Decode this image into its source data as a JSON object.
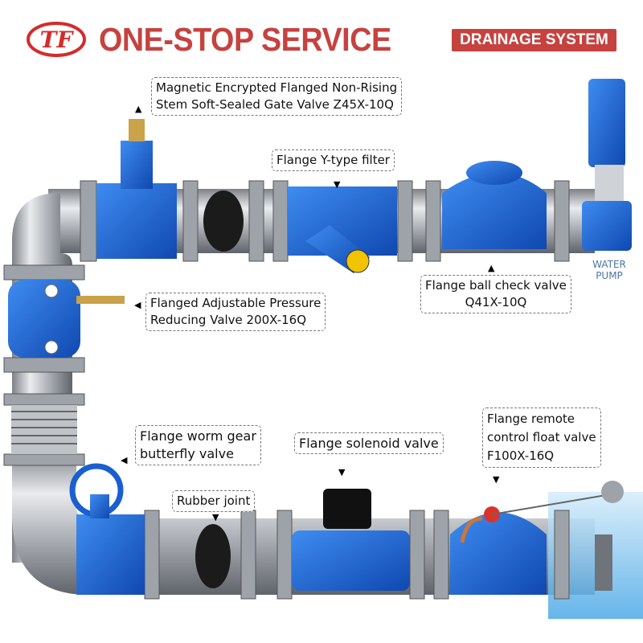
{
  "header": {
    "logo_text": "TF",
    "title": "ONE-STOP SERVICE",
    "badge": "DRAINAGE SYSTEM"
  },
  "colors": {
    "brand": "#c6423f",
    "valve_blue": "#1a5fd0",
    "pipe_silver": "#b8bcc2"
  },
  "labels": {
    "gate_valve": [
      "Magnetic Encrypted Flanged Non-Rising",
      "Stem Soft-Sealed Gate Valve Z45X-10Q"
    ],
    "y_filter": "Flange Y-type filter",
    "ball_check": [
      "Flange ball check valve",
      "Q41X-10Q"
    ],
    "pressure_reducing": [
      "Flanged Adjustable Pressure",
      "Reducing Valve 200X-16Q"
    ],
    "butterfly": [
      "Flange worm gear",
      "butterfly valve"
    ],
    "solenoid": "Flange solenoid valve",
    "rubber_joint": "Rubber joint",
    "float_valve": [
      "Flange remote",
      "control float valve",
      "F100X-16Q"
    ],
    "pump": [
      "WATER",
      "PUMP"
    ]
  }
}
